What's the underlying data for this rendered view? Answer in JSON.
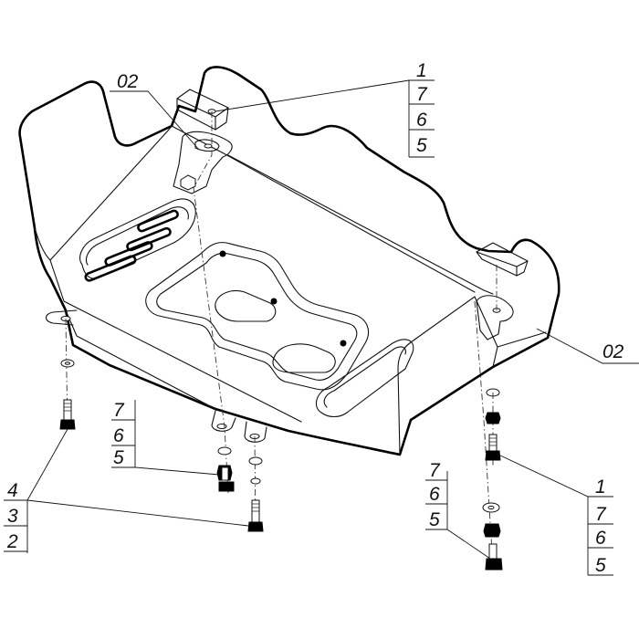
{
  "callouts": {
    "top_right": [
      "1",
      "7",
      "6",
      "5"
    ],
    "top_left_part": "02",
    "right_part": "02",
    "mid_left": [
      "7",
      "6",
      "5"
    ],
    "bottom_left": [
      "4",
      "3",
      "2"
    ],
    "bottom_center": [
      "7",
      "6",
      "5"
    ],
    "bottom_right": [
      "1",
      "7",
      "6",
      "5"
    ]
  }
}
